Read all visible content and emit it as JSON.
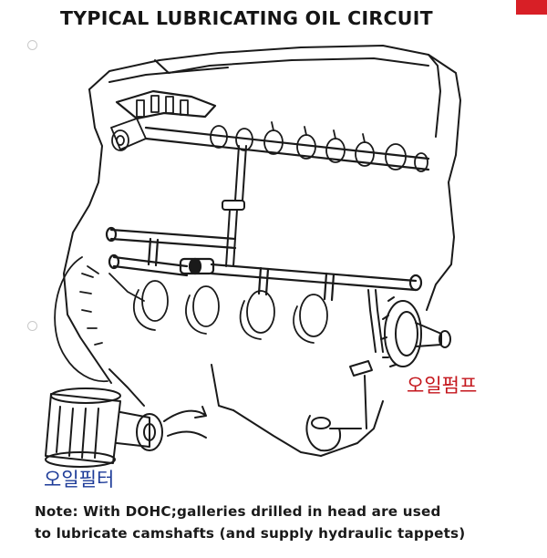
{
  "title": "TYPICAL LUBRICATING OIL CIRCUIT",
  "labels": {
    "oil_pump": "오일펌프",
    "oil_filter": "오일필터"
  },
  "note": {
    "line1": "Note: With DOHC;galleries drilled in head are used",
    "line2": "to lubricate camshafts (and supply hydraulic tappets)"
  },
  "colors": {
    "ink": "#151515",
    "red_label": "#c4161c",
    "blue_label": "#1d3b98",
    "corner_mark": "#d81f26"
  }
}
